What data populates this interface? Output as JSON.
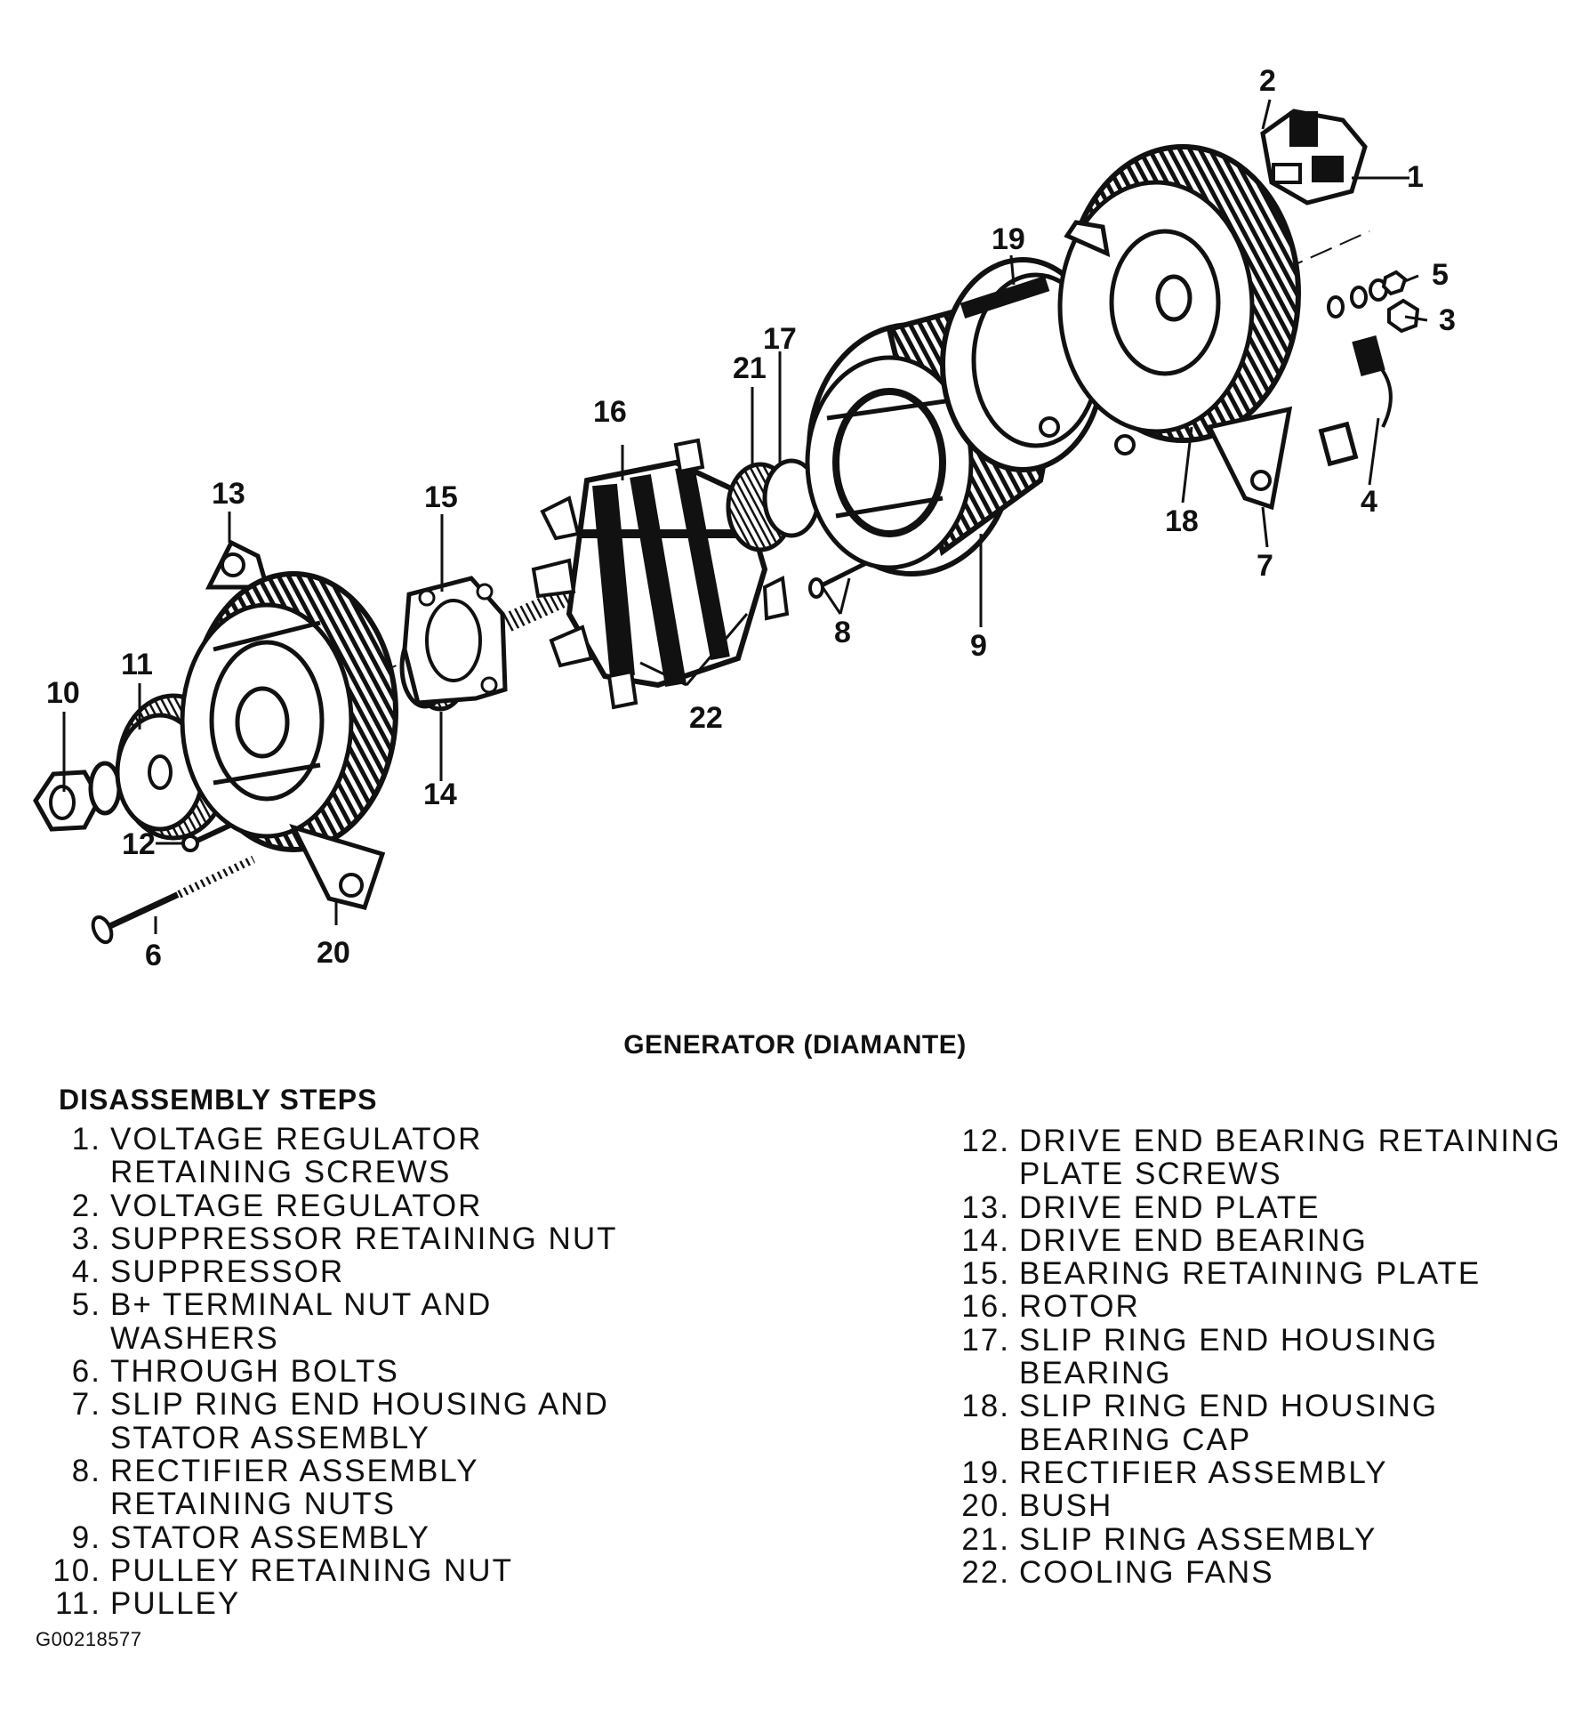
{
  "diagram": {
    "callouts": [
      "1",
      "2",
      "3",
      "4",
      "5",
      "6",
      "7",
      "8",
      "9",
      "10",
      "11",
      "12",
      "13",
      "14",
      "15",
      "16",
      "17",
      "18",
      "19",
      "20",
      "21",
      "22"
    ]
  },
  "caption": "GENERATOR (DIAMANTE)",
  "steps_heading": "DISASSEMBLY STEPS",
  "steps_left": [
    {
      "num": "1.",
      "text": "VOLTAGE REGULATOR\nRETAINING SCREWS"
    },
    {
      "num": "2.",
      "text": "VOLTAGE REGULATOR"
    },
    {
      "num": "3.",
      "text": "SUPPRESSOR RETAINING NUT"
    },
    {
      "num": "4.",
      "text": "SUPPRESSOR"
    },
    {
      "num": "5.",
      "text": "B+ TERMINAL NUT AND\nWASHERS"
    },
    {
      "num": "6.",
      "text": "THROUGH BOLTS"
    },
    {
      "num": "7.",
      "text": "SLIP RING END HOUSING AND\nSTATOR ASSEMBLY"
    },
    {
      "num": "8.",
      "text": "RECTIFIER ASSEMBLY\nRETAINING NUTS"
    },
    {
      "num": "9.",
      "text": "STATOR ASSEMBLY"
    },
    {
      "num": "10.",
      "text": "PULLEY RETAINING NUT"
    },
    {
      "num": "11.",
      "text": "PULLEY"
    }
  ],
  "steps_right": [
    {
      "num": "12.",
      "text": "DRIVE END BEARING RETAINING\nPLATE SCREWS"
    },
    {
      "num": "13.",
      "text": "DRIVE END PLATE"
    },
    {
      "num": "14.",
      "text": "DRIVE END BEARING"
    },
    {
      "num": "15.",
      "text": "BEARING RETAINING PLATE"
    },
    {
      "num": "16.",
      "text": "ROTOR"
    },
    {
      "num": "17.",
      "text": "SLIP RING END HOUSING\nBEARING"
    },
    {
      "num": "18.",
      "text": "SLIP RING END HOUSING\nBEARING CAP"
    },
    {
      "num": "19.",
      "text": "RECTIFIER ASSEMBLY"
    },
    {
      "num": "20.",
      "text": "BUSH"
    },
    {
      "num": "21.",
      "text": "SLIP RING ASSEMBLY"
    },
    {
      "num": "22.",
      "text": "COOLING FANS"
    }
  ],
  "figure_id": "G00218577"
}
